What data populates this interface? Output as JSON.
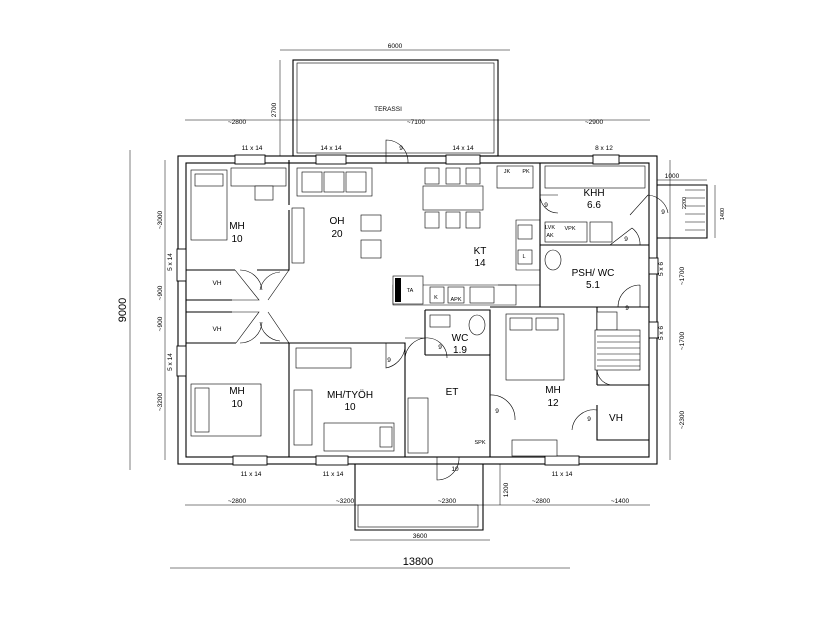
{
  "dimensions": {
    "total_width": "13800",
    "total_height": "9000",
    "terrace_width": "6000",
    "terrace_depth": "2700",
    "top_left": "~2800",
    "top_mid": "~7100",
    "top_right": "~2900",
    "entry_width": "3600",
    "entry_depth": "1200",
    "step_width": "1000",
    "step_depth_a": "2200",
    "step_depth_b": "1400",
    "bottom_1": "~2800",
    "bottom_2": "~3200",
    "bottom_3": "~2300",
    "bottom_4": "~2800",
    "bottom_5": "~1400",
    "left_1": "~3000",
    "left_2": "~900",
    "left_3": "~900",
    "left_4": "~3200",
    "right_1": "~1700",
    "right_2": "~1700",
    "right_3": "~2300"
  },
  "labels": {
    "terrace": "TERASSI",
    "windows": {
      "w_top1": "11 x 14",
      "w_top2": "14 x 14",
      "w_top3": "14 x 14",
      "w_top4": "8 x 12",
      "w_bot1": "11 x 14",
      "w_bot2": "11 x 14",
      "w_bot3": "11 x 14",
      "w_left1": "5 x 14",
      "w_left2": "5 x 14",
      "w_right1": "5 x 6",
      "w_right2": "5 x 6"
    },
    "doors": {
      "d_terrace": "9",
      "d_khh": "9",
      "d_khh2": "9",
      "d_outside": "9",
      "d_psh": "9",
      "d_mhtyoh": "9",
      "d_wc": "9",
      "d_mh12": "9",
      "d_vh3": "9",
      "d_sauna": "9",
      "d_entry": "10"
    },
    "fixtures": {
      "ta": "TA",
      "k": "K",
      "apk": "APK",
      "l": "L",
      "lvk": "LVK",
      "ak": "AK",
      "vpk": "VPK",
      "jk": "JK",
      "pk": "PK",
      "spk": "SPK"
    }
  },
  "rooms": [
    {
      "name": "MH",
      "area": "10"
    },
    {
      "name": "OH",
      "area": "20"
    },
    {
      "name": "KT",
      "area": "14"
    },
    {
      "name": "KHH",
      "area": "6.6"
    },
    {
      "name": "PSH/ WC",
      "area": "5.1"
    },
    {
      "name": "VH",
      "area": ""
    },
    {
      "name": "VH",
      "area": ""
    },
    {
      "name": "WC",
      "area": "1.9"
    },
    {
      "name": "MH",
      "area": "10"
    },
    {
      "name": "MH/TYÖH",
      "area": "10"
    },
    {
      "name": "ET",
      "area": ""
    },
    {
      "name": "MH",
      "area": "12"
    },
    {
      "name": "VH",
      "area": ""
    }
  ]
}
